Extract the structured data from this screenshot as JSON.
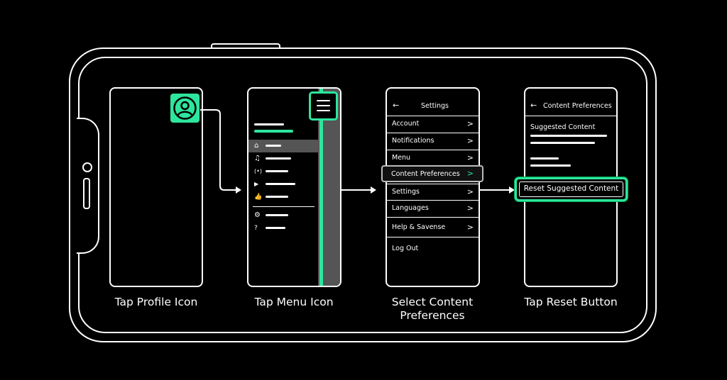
{
  "steps": [
    {
      "caption": "Tap Profile Icon"
    },
    {
      "caption": "Tap Menu Icon"
    },
    {
      "caption_line1": "Select Content",
      "caption_line2": "Preferences"
    },
    {
      "caption": "Tap Reset Button"
    }
  ],
  "settings_screen": {
    "back": "←",
    "title": "Settings",
    "items": [
      {
        "label": "Account",
        "chevron": ">"
      },
      {
        "label": "Notifications",
        "chevron": ">"
      },
      {
        "label": "Menu",
        "chevron": ">"
      },
      {
        "label": "Content Preferences",
        "chevron": ">"
      },
      {
        "label": "Settings",
        "chevron": ">"
      },
      {
        "label": "Languages",
        "chevron": ">"
      },
      {
        "label": "Help & Savense",
        "chevron": ">"
      },
      {
        "label": "Log Out",
        "chevron": ""
      }
    ]
  },
  "content_screen": {
    "back": "←",
    "title": "Content Preferences",
    "section_label": "Suggested Content",
    "button_label": "Reset Suggested Content"
  },
  "menu_icons": [
    "home-icon",
    "music-note-icon",
    "broadcast-icon",
    "play-icon",
    "thumbs-up-icon",
    "gear-icon",
    "help-icon"
  ],
  "colors": {
    "accent": "#2ee59d",
    "background": "#000000",
    "outline": "#ffffff"
  }
}
